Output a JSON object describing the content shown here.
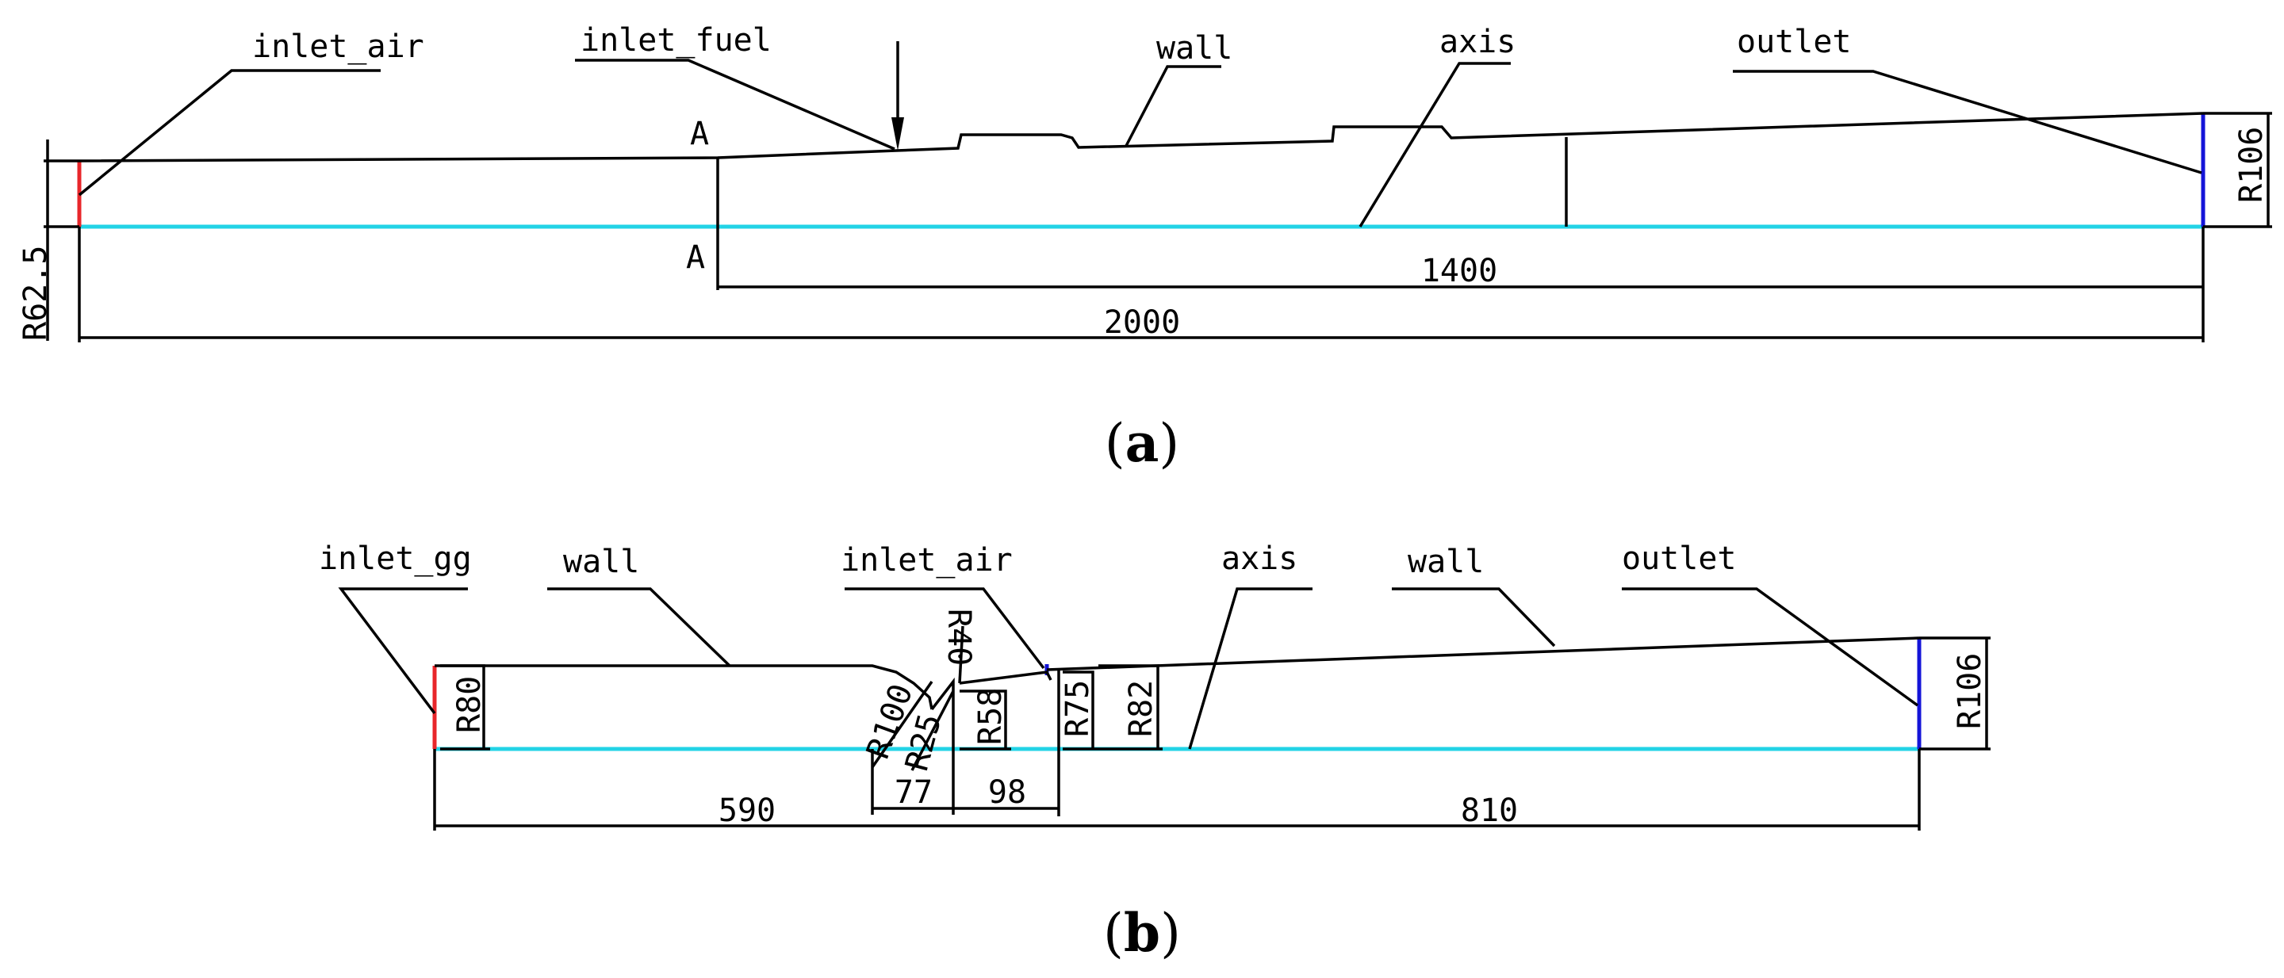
{
  "colors": {
    "axis": "#22d3e6",
    "inlet": "#e8262a",
    "outlet": "#1414d8",
    "line": "#000000"
  },
  "panel_a": {
    "labels": {
      "inlet_air": "inlet_air",
      "inlet_fuel": "inlet_fuel",
      "wall": "wall",
      "axis": "axis",
      "outlet": "outlet"
    },
    "section_mark": "A",
    "dims": {
      "inlet_radius": "R62.5",
      "outlet_radius": "R106",
      "len_1400": "1400",
      "len_2000": "2000"
    },
    "caption_letter": "a"
  },
  "panel_b": {
    "labels": {
      "inlet_gg": "inlet_gg",
      "wall_left": "wall",
      "inlet_air": "inlet_air",
      "axis": "axis",
      "wall_right": "wall",
      "outlet": "outlet"
    },
    "dims": {
      "r80": "R80",
      "r100": "R100",
      "r25": "R25",
      "r40": "R40",
      "r58": "R58",
      "r75": "R75",
      "r82": "R82",
      "r106": "R106",
      "len_590": "590",
      "len_77": "77",
      "len_98": "98",
      "len_810": "810"
    },
    "caption_letter": "b"
  }
}
